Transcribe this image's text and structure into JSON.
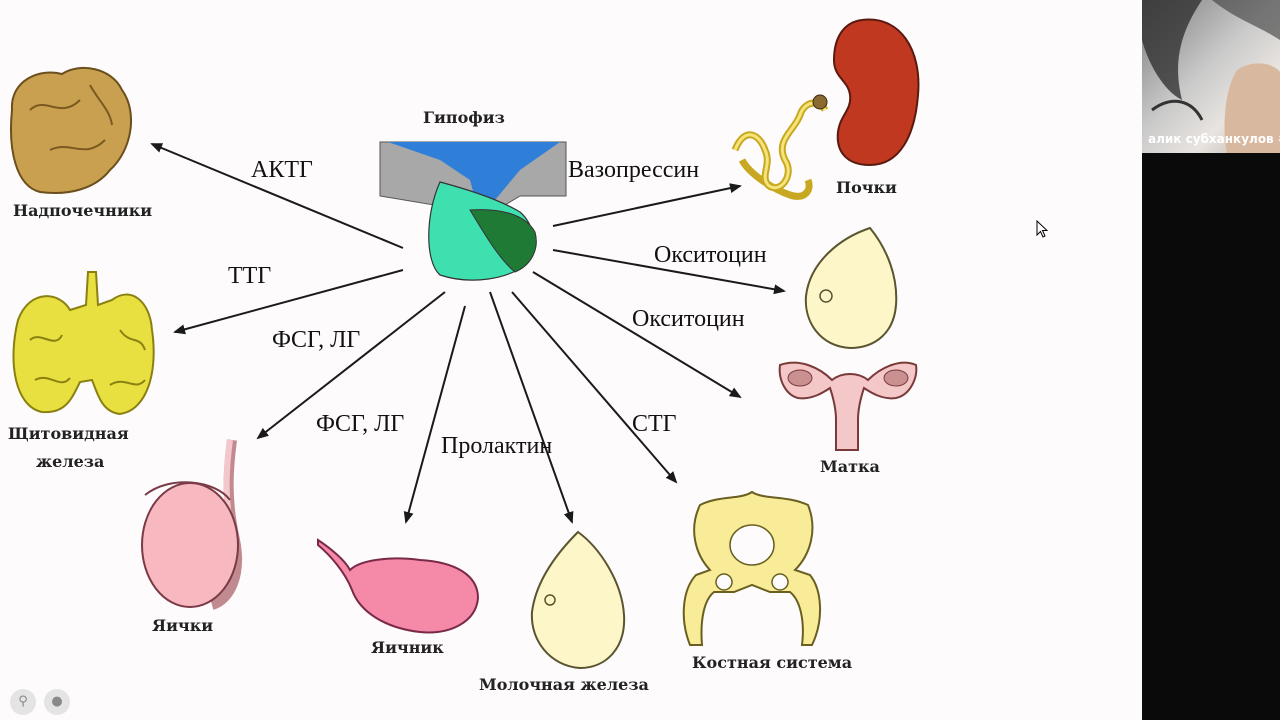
{
  "diagram": {
    "center_label": "Гипофиз",
    "hormones": {
      "actg": "АКТГ",
      "ttg": "ТТГ",
      "fsg_lg_1": "ФСГ, ЛГ",
      "fsg_lg_2": "ФСГ, ЛГ",
      "prolactin": "Пролактин",
      "stg": "СТГ",
      "vasopressin": "Вазопрессин",
      "oxytocin_1": "Окситоцин",
      "oxytocin_2": "Окситоцин"
    },
    "organs": {
      "adrenals": "Надпочечники",
      "thyroid_line1": "Щитовидная",
      "thyroid_line2": "железа",
      "testes": "Яички",
      "ovary": "Яичник",
      "mammary": "Молочная железа",
      "skeleton": "Костная система",
      "uterus": "Матка",
      "kidneys": "Почки"
    }
  },
  "video_panel": {
    "participant_name": "алик субханкулов #"
  },
  "colors": {
    "arrow": "#1a1a1a",
    "adrenal": "#c8a050",
    "thyroid": "#e8e040",
    "kidney": "#c0381f",
    "skin": "#fdf6c8",
    "pink": "#f8b8c0",
    "ovary": "#f48aa8",
    "bone": "#f8ec98"
  }
}
